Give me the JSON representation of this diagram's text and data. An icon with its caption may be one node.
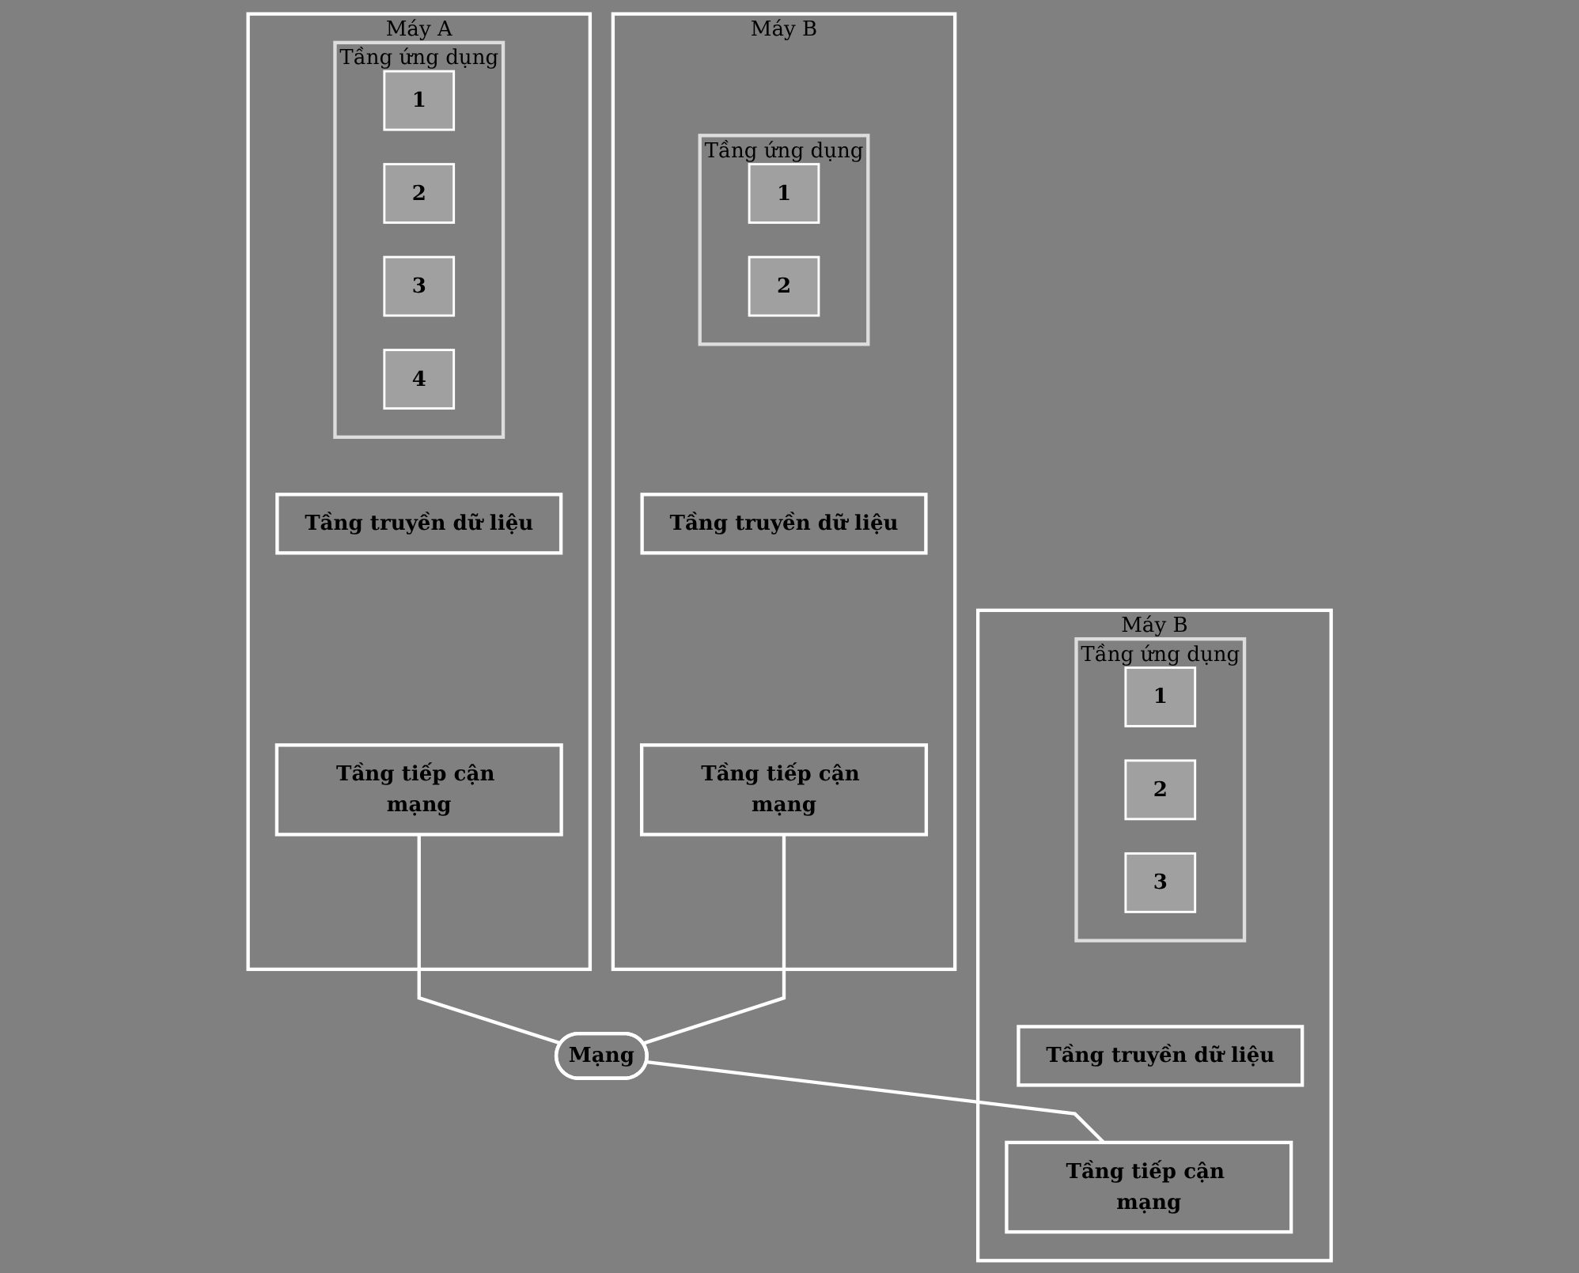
{
  "diagram": {
    "nodes": [
      {
        "text": [
          "Máy A"
        ]
      },
      {
        "text": [
          "Tầng ứng dụng"
        ],
        "in": 0
      },
      {
        "text": [
          "1"
        ],
        "in": 1
      },
      {
        "text": [
          "2"
        ],
        "in": 1
      },
      {
        "text": [
          "3"
        ],
        "in": 1
      },
      {
        "text": [
          "4"
        ],
        "in": 1
      },
      {
        "text": [
          "Tầng truyền dữ liệu"
        ],
        "in": 0
      },
      {
        "text": [
          "Tầng tiếp cận mạng"
        ],
        "in": 0
      },
      {
        "text": [
          "Máy B"
        ]
      },
      {
        "text": [
          "Tầng ứng dụng"
        ],
        "in": 8
      },
      {
        "text": [
          "1"
        ],
        "in": 9
      },
      {
        "text": [
          "2"
        ],
        "in": 9
      },
      {
        "text": [
          "3"
        ],
        "in": 9
      },
      {
        "text": [
          "Tầng truyền dữ liệu"
        ],
        "in": 8
      },
      {
        "text": [
          "Tầng tiếp cận mạng"
        ],
        "in": 8
      },
      {
        "text": [
          "Máy B"
        ]
      },
      {
        "text": [
          "Tầng ứng dụng"
        ],
        "in": 15
      },
      {
        "text": [
          "1"
        ],
        "in": 16
      },
      {
        "text": [
          "2"
        ],
        "in": 16
      },
      {
        "text": [
          "Tầng truyền dữ liệu"
        ],
        "in": 15
      },
      {
        "text": [
          "Tầng tiếp cận mạng"
        ],
        "in": 15
      },
      {
        "text": [
          "Mạng"
        ]
      }
    ],
    "edges": [
      {
        "from": 7,
        "to": 21,
        "arrow": "none"
      },
      {
        "from": 20,
        "to": 21,
        "arrow": "none"
      },
      {
        "from": 21,
        "to": 14,
        "arrow": "none"
      }
    ]
  }
}
